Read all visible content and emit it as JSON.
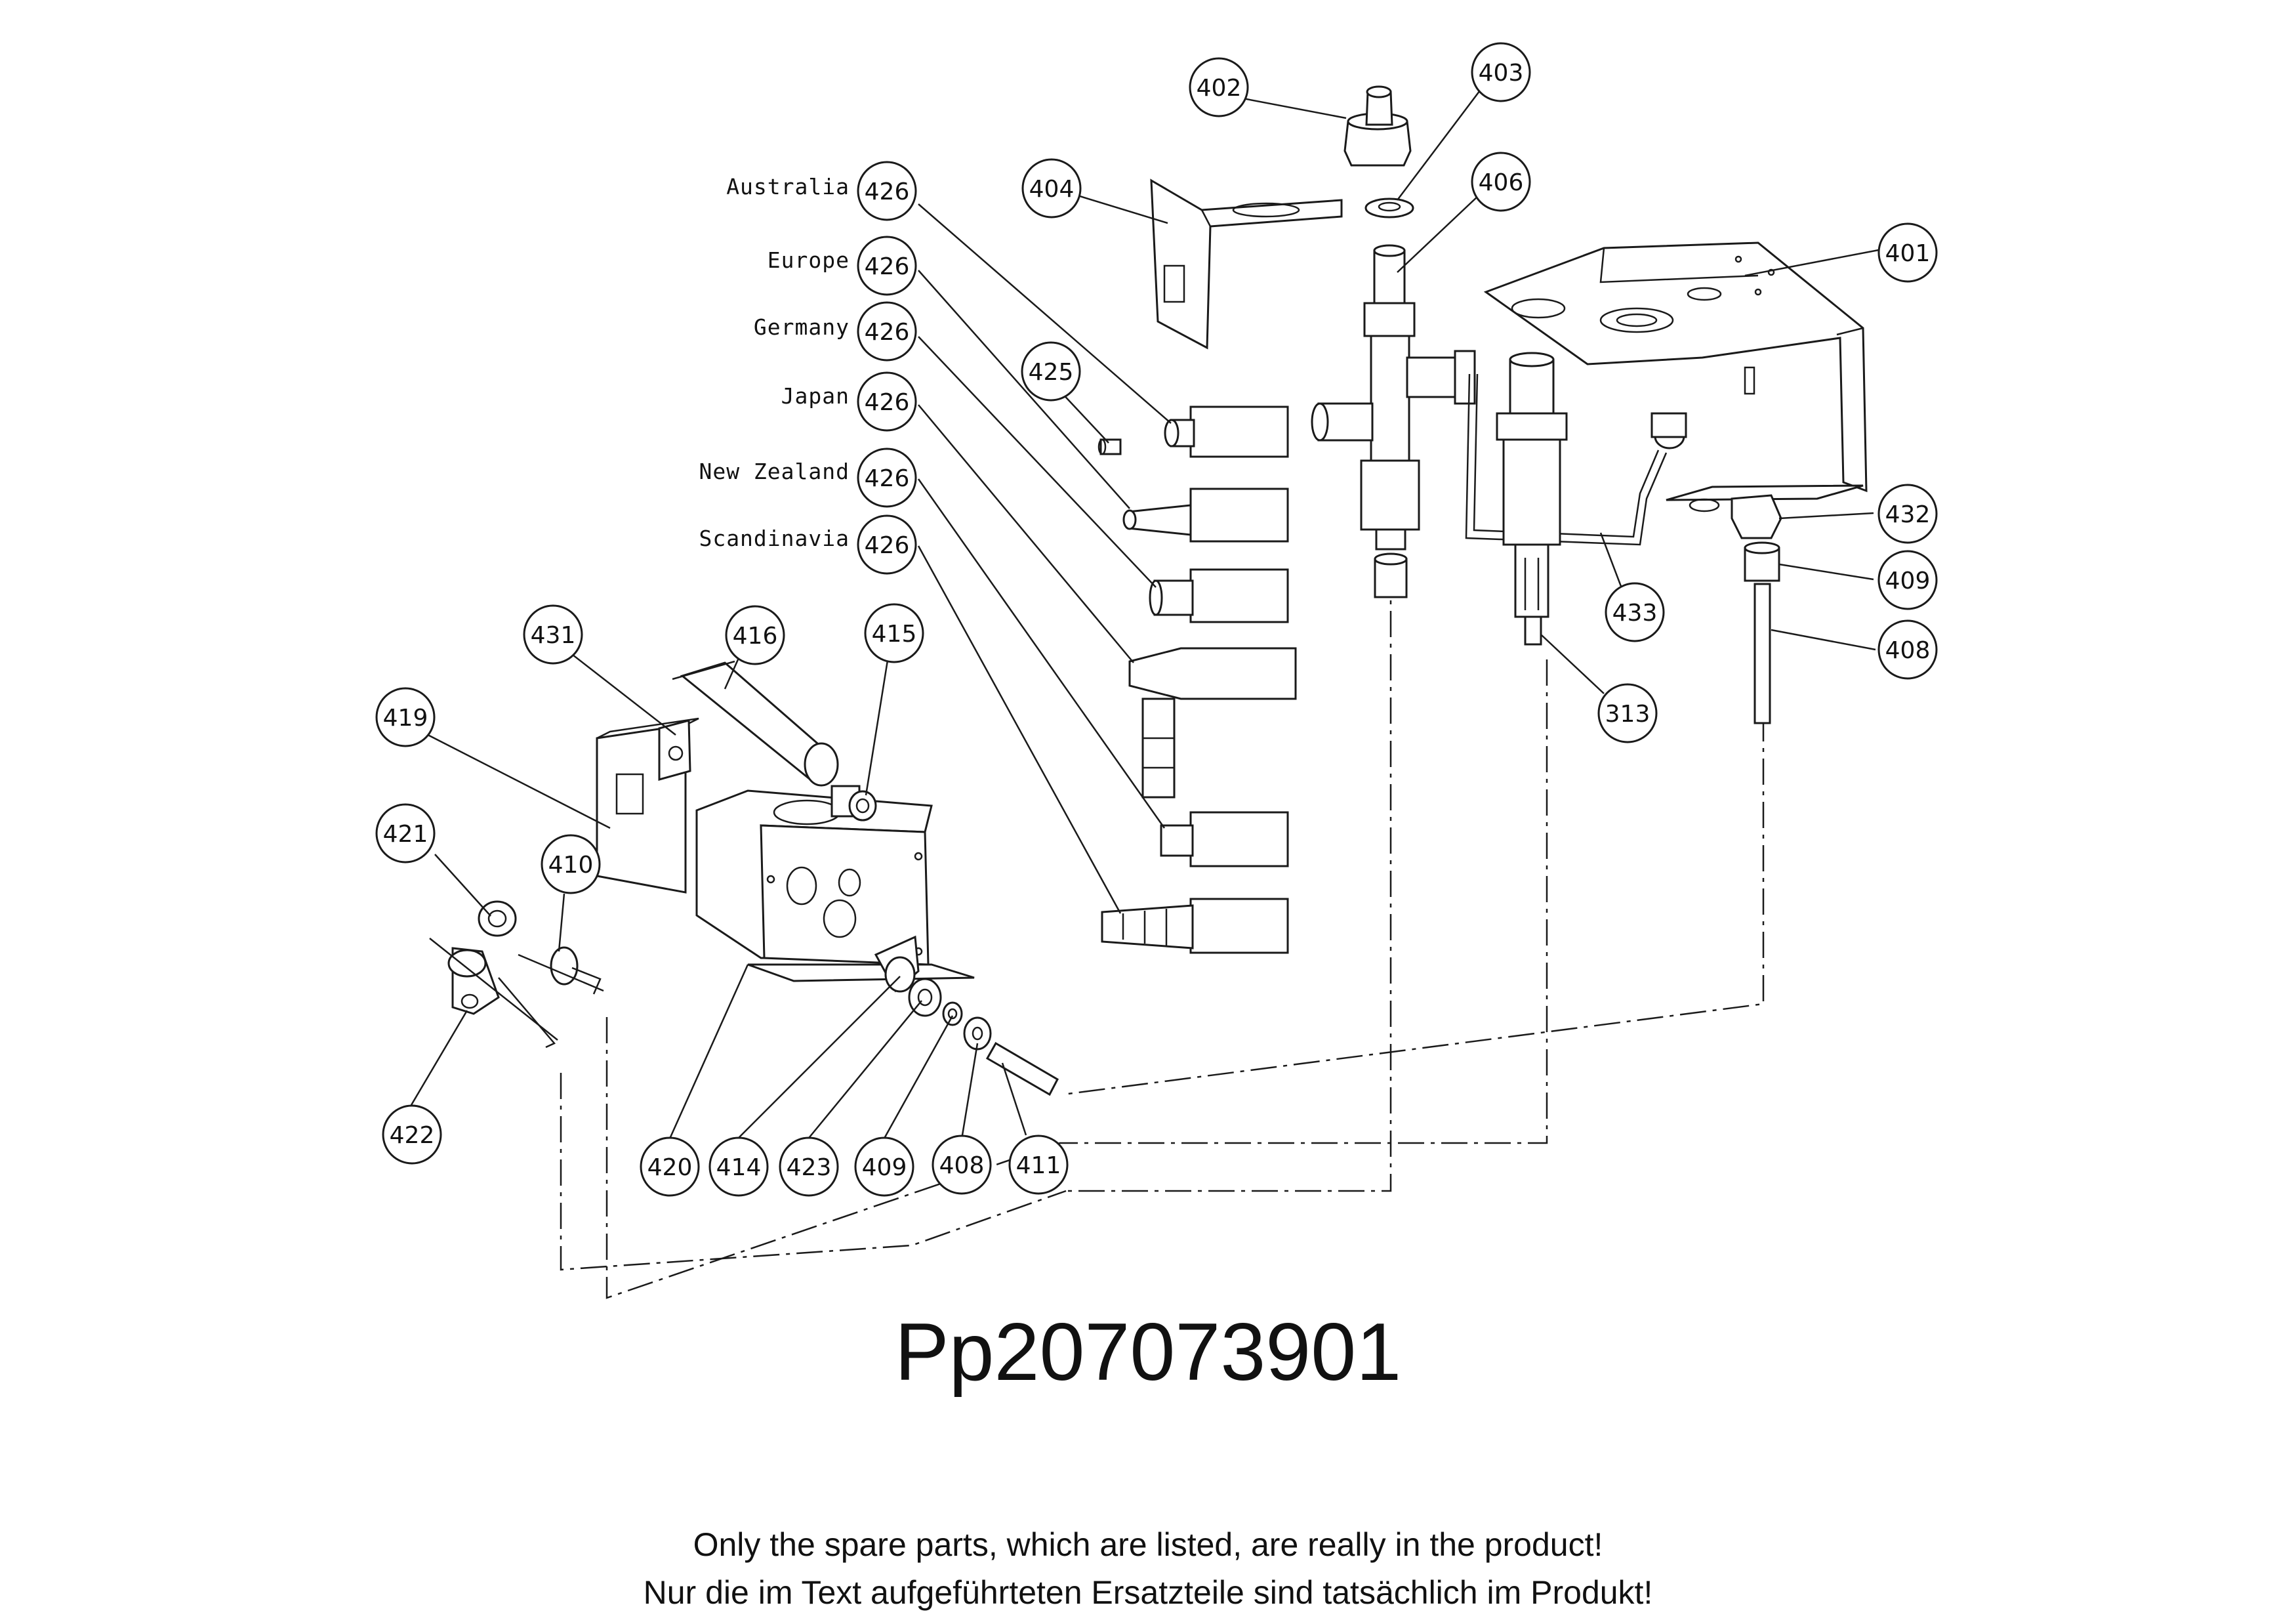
{
  "diagram": {
    "callouts": [
      {
        "id": "c402",
        "label": "402"
      },
      {
        "id": "c403",
        "label": "403"
      },
      {
        "id": "c404",
        "label": "404"
      },
      {
        "id": "c406",
        "label": "406"
      },
      {
        "id": "c401",
        "label": "401"
      },
      {
        "id": "c425",
        "label": "425"
      },
      {
        "id": "c426a",
        "label": "426"
      },
      {
        "id": "c426b",
        "label": "426"
      },
      {
        "id": "c426c",
        "label": "426"
      },
      {
        "id": "c426d",
        "label": "426"
      },
      {
        "id": "c426e",
        "label": "426"
      },
      {
        "id": "c426f",
        "label": "426"
      },
      {
        "id": "c432",
        "label": "432"
      },
      {
        "id": "c409r",
        "label": "409"
      },
      {
        "id": "c433",
        "label": "433"
      },
      {
        "id": "c408r",
        "label": "408"
      },
      {
        "id": "c313",
        "label": "313"
      },
      {
        "id": "c431",
        "label": "431"
      },
      {
        "id": "c416",
        "label": "416"
      },
      {
        "id": "c415",
        "label": "415"
      },
      {
        "id": "c419",
        "label": "419"
      },
      {
        "id": "c421",
        "label": "421"
      },
      {
        "id": "c410",
        "label": "410"
      },
      {
        "id": "c422",
        "label": "422"
      },
      {
        "id": "c420",
        "label": "420"
      },
      {
        "id": "c414",
        "label": "414"
      },
      {
        "id": "c423",
        "label": "423"
      },
      {
        "id": "c409b",
        "label": "409"
      },
      {
        "id": "c408b",
        "label": "408"
      },
      {
        "id": "c411",
        "label": "411"
      }
    ],
    "region_labels": [
      "Australia",
      "Europe",
      "Germany",
      "Japan",
      "New Zealand",
      "Scandinavia"
    ]
  },
  "footer": {
    "code": "Pp207073901",
    "note_en": "Only the spare parts, which are listed, are really in the product!",
    "note_de": "Nur die im Text aufgeführteten Ersatzteile sind tatsächlich im Produkt!"
  }
}
